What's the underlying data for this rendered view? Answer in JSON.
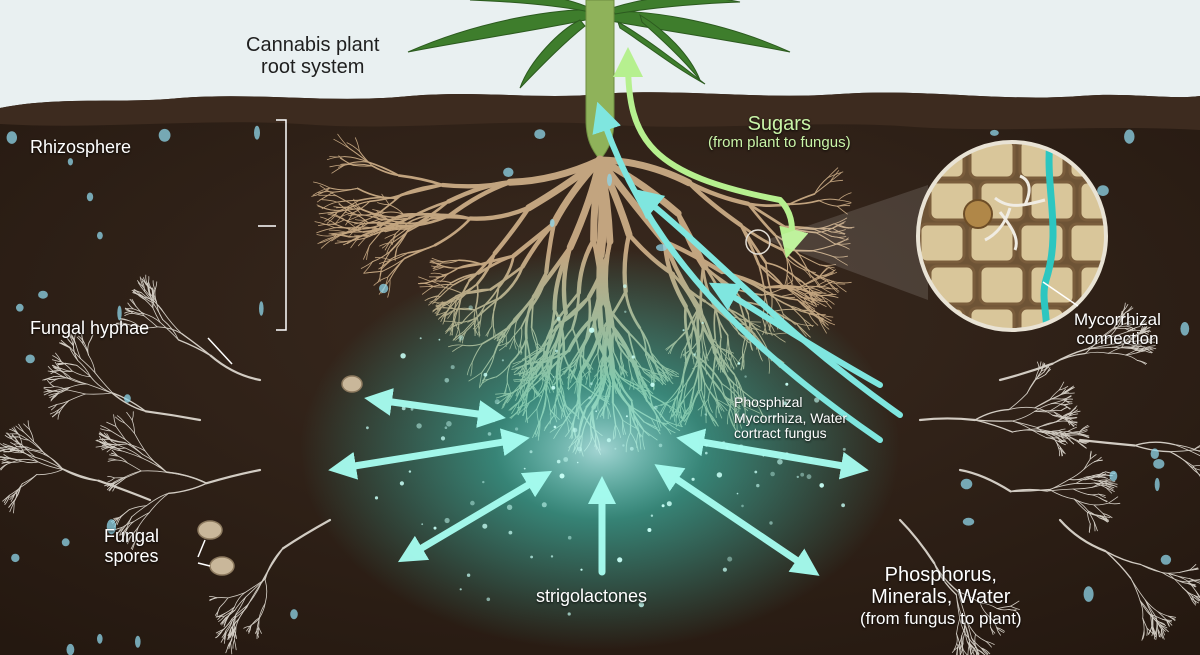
{
  "labels": {
    "plant_root_system": {
      "line1": "Cannabis plant",
      "line2": "root system"
    },
    "rhizosphere": "Rhizosphere",
    "fungal_hyphae": "Fungal hyphae",
    "fungal_spores": {
      "line1": "Fungal",
      "line2": "spores"
    },
    "sugars": {
      "title": "Sugars",
      "detail": "(from plant to fungus)"
    },
    "mycorrhizal_connection": {
      "line1": "Mycorrhizal",
      "line2": "connection"
    },
    "phosphizal": {
      "line1": "Phosphizal",
      "line2": "Mycorrhiza, Water",
      "line3": "cortract fungus"
    },
    "strigolactones": "strigolactones",
    "nutrients": {
      "line1": "Phosphorus,",
      "line2": "Minerals, Water",
      "line3": "(from fungus to plant)"
    }
  },
  "colors": {
    "sky": "#e9f0f1",
    "soil": "#2f2118",
    "soil_top": "#3d2b1f",
    "root": "#c2a47f",
    "hyphae": "#e4dfd6",
    "glow": "#3df2e0",
    "sugar_arrow": "#b6f08f",
    "nutrient_arrow": "#7fe6df",
    "leaf": "#3e7d2c",
    "stem": "#8fb25a"
  }
}
